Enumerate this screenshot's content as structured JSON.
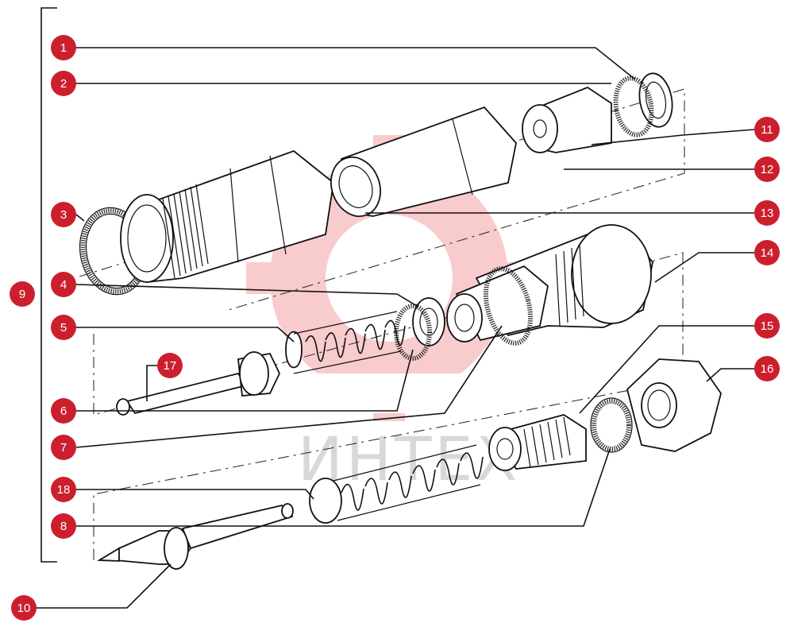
{
  "callouts": [
    {
      "id": "1",
      "label": "1"
    },
    {
      "id": "2",
      "label": "2"
    },
    {
      "id": "3",
      "label": "3"
    },
    {
      "id": "4",
      "label": "4"
    },
    {
      "id": "5",
      "label": "5"
    },
    {
      "id": "6",
      "label": "6"
    },
    {
      "id": "7",
      "label": "7"
    },
    {
      "id": "8",
      "label": "8"
    },
    {
      "id": "9",
      "label": "9"
    },
    {
      "id": "10",
      "label": "10"
    },
    {
      "id": "11",
      "label": "11"
    },
    {
      "id": "12",
      "label": "12"
    },
    {
      "id": "13",
      "label": "13"
    },
    {
      "id": "14",
      "label": "14"
    },
    {
      "id": "15",
      "label": "15"
    },
    {
      "id": "16",
      "label": "16"
    },
    {
      "id": "17",
      "label": "17"
    },
    {
      "id": "18",
      "label": "18"
    }
  ],
  "watermark": {
    "text": "ИНТЕХ"
  },
  "colors": {
    "badge": "#cc1f2d",
    "watermark": "#e8474f",
    "line": "#111111"
  }
}
